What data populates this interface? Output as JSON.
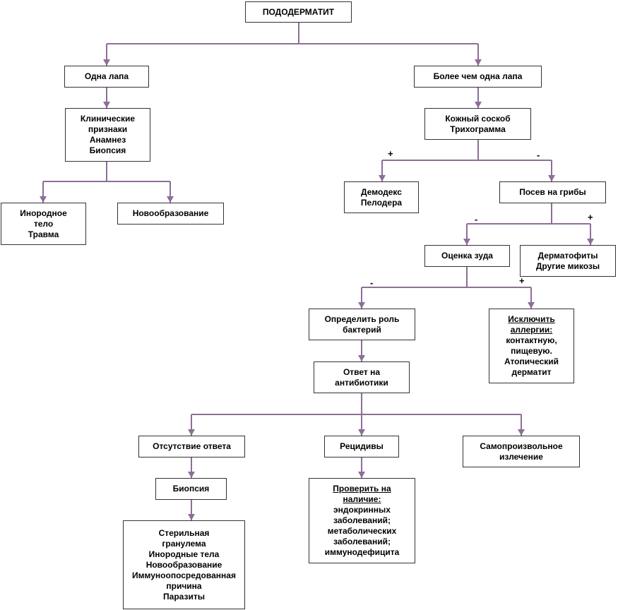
{
  "nodes": {
    "root": [
      "ПОДОДЕРМАТИТ"
    ],
    "one_paw": [
      "Одна лапа"
    ],
    "more_paws": [
      "Более чем одна лапа"
    ],
    "clinical": [
      "Клинические",
      "признаки",
      "Анамнез",
      "Биопсия"
    ],
    "foreign_body": [
      "Инородное",
      "тело",
      "Травма"
    ],
    "neoplasm": [
      "Новообразование"
    ],
    "skin_scraping": [
      "Кожный соскоб",
      "Трихограмма"
    ],
    "demodex": [
      "Демодекс",
      "Пелодера"
    ],
    "fungal_culture": [
      "Посев на грибы"
    ],
    "itch_assessment": [
      "Оценка зуда"
    ],
    "dermatophytes": [
      "Дерматофиты",
      "Другие микозы"
    ],
    "bacteria_role": [
      "Определить роль",
      "бактерий"
    ],
    "exclude_allergy": {
      "heading": [
        "Исключить",
        "аллергии:"
      ],
      "lines": [
        "контактную,",
        "пищевую.",
        "Атопический",
        "дерматит"
      ]
    },
    "antibiotic_response": [
      "Ответ на",
      "антибиотики"
    ],
    "no_response": [
      "Отсутствие ответа"
    ],
    "relapses": [
      "Рецидивы"
    ],
    "spontaneous_cure": [
      "Самопроизвольное",
      "излечение"
    ],
    "biopsy": [
      "Биопсия"
    ],
    "check_for": {
      "heading": [
        "Проверить на",
        "наличие:"
      ],
      "lines": [
        "эндокринных",
        "заболеваний;",
        "метаболических",
        "заболеваний;",
        "иммунодефицита"
      ]
    },
    "outcomes": [
      "Стерильная",
      "гранулема",
      "Инородные тела",
      "Новообразование",
      "Иммуноопосредованная",
      "причина",
      "Паразиты"
    ]
  },
  "edge_labels": {
    "skin_scraping_to_demodex": "+",
    "skin_scraping_to_fungal_culture": "-",
    "fungal_culture_to_itch_assessment": "-",
    "fungal_culture_to_dermatophytes": "+",
    "itch_assessment_to_bacteria_role": "-",
    "itch_assessment_to_exclude_allergy": "+"
  },
  "edges": [
    [
      "root",
      "one_paw"
    ],
    [
      "root",
      "more_paws"
    ],
    [
      "one_paw",
      "clinical"
    ],
    [
      "clinical",
      "foreign_body"
    ],
    [
      "clinical",
      "neoplasm"
    ],
    [
      "more_paws",
      "skin_scraping"
    ],
    [
      "skin_scraping",
      "demodex"
    ],
    [
      "skin_scraping",
      "fungal_culture"
    ],
    [
      "fungal_culture",
      "itch_assessment"
    ],
    [
      "fungal_culture",
      "dermatophytes"
    ],
    [
      "itch_assessment",
      "bacteria_role"
    ],
    [
      "itch_assessment",
      "exclude_allergy"
    ],
    [
      "bacteria_role",
      "antibiotic_response"
    ],
    [
      "antibiotic_response",
      "no_response"
    ],
    [
      "antibiotic_response",
      "relapses"
    ],
    [
      "antibiotic_response",
      "spontaneous_cure"
    ],
    [
      "no_response",
      "biopsy"
    ],
    [
      "biopsy",
      "outcomes"
    ],
    [
      "relapses",
      "check_for"
    ]
  ],
  "colors": {
    "connector": "#8e6e97",
    "box_border": "#333333",
    "text": "#000000"
  }
}
